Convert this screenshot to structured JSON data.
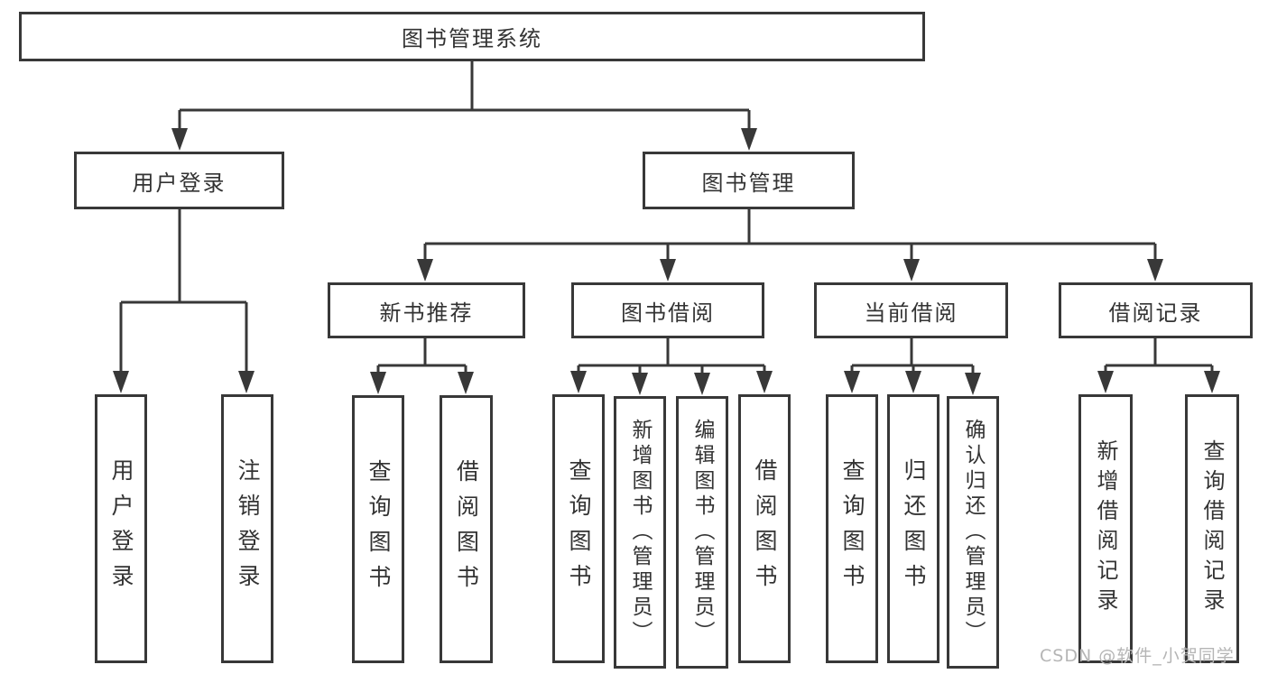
{
  "diagram": {
    "nodes": {
      "root": "图书管理系统",
      "user_login": "用户登录",
      "book_mgmt": "图书管理",
      "login_leaf_1": "用户登录",
      "login_leaf_2": "注销登录",
      "new_book": "新书推荐",
      "book_borrow": "图书借阅",
      "current_borrow": "当前借阅",
      "borrow_record": "借阅记录",
      "nb_leaf_1": "查询图书",
      "nb_leaf_2": "借阅图书",
      "bb_leaf_1": "查询图书",
      "bb_leaf_2": "新增图书（管理员）",
      "bb_leaf_3": "编辑图书（管理员）",
      "bb_leaf_4": "借阅图书",
      "cb_leaf_1": "查询图书",
      "cb_leaf_2": "归还图书",
      "cb_leaf_3": "确认归还（管理员）",
      "br_leaf_1": "新增借阅记录",
      "br_leaf_2": "查询借阅记录"
    }
  },
  "watermark": "CSDN @软件_小贺同学",
  "colors": {
    "line": "#383838",
    "border": "#383838",
    "text": "#333333",
    "watermark": "#b5b5b5",
    "background": "#ffffff"
  }
}
